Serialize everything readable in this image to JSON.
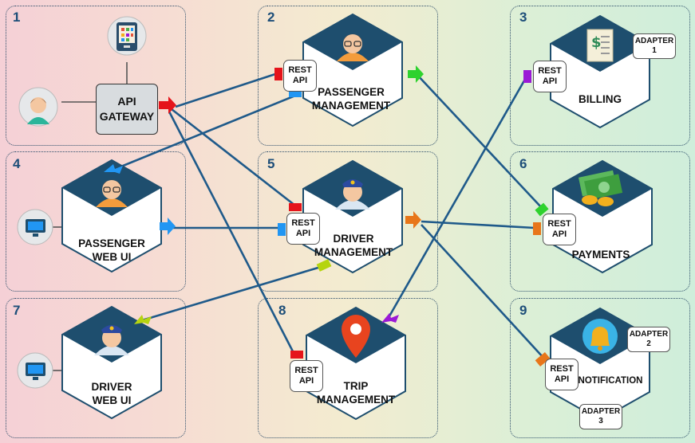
{
  "colors": {
    "line": "#1f5a8a",
    "hex_top": "#1e4e6e",
    "red": "#e5141b",
    "green": "#2ed22e",
    "blue": "#2196f3",
    "orange": "#e8761a",
    "purple": "#9b19d6",
    "yellow_green": "#b5d40f"
  },
  "panels": [
    {
      "number": "1"
    },
    {
      "number": "2"
    },
    {
      "number": "3"
    },
    {
      "number": "4"
    },
    {
      "number": "5"
    },
    {
      "number": "6"
    },
    {
      "number": "7"
    },
    {
      "number": "8"
    },
    {
      "number": "9"
    }
  ],
  "gateway": {
    "line1": "API",
    "line2": "GATEWAY"
  },
  "services": {
    "passenger_management": {
      "line1": "PASSENGER",
      "line2": "MANAGEMENT",
      "icon": "passenger-avatar-icon"
    },
    "billing": {
      "line1": "BILLING",
      "icon": "invoice-icon"
    },
    "passenger_web_ui": {
      "line1": "PASSENGER",
      "line2": "WEB UI",
      "icon": "passenger-avatar-icon"
    },
    "driver_management": {
      "line1": "DRIVER",
      "line2": "MANAGEMENT",
      "icon": "driver-avatar-icon"
    },
    "payments": {
      "line1": "PAYMENTS",
      "icon": "money-icon"
    },
    "driver_web_ui": {
      "line1": "DRIVER",
      "line2": "WEB UI",
      "icon": "driver-avatar-icon"
    },
    "trip_management": {
      "line1": "TRIP",
      "line2": "MANAGEMENT",
      "icon": "map-pin-icon"
    },
    "notification": {
      "line1": "NOTIFICATION",
      "icon": "bell-icon"
    }
  },
  "rest_api": {
    "line1": "REST",
    "line2": "API"
  },
  "adapters": [
    {
      "line1": "ADAPTER",
      "line2": "1"
    },
    {
      "line1": "ADAPTER",
      "line2": "2"
    },
    {
      "line1": "ADAPTER",
      "line2": "3"
    }
  ]
}
